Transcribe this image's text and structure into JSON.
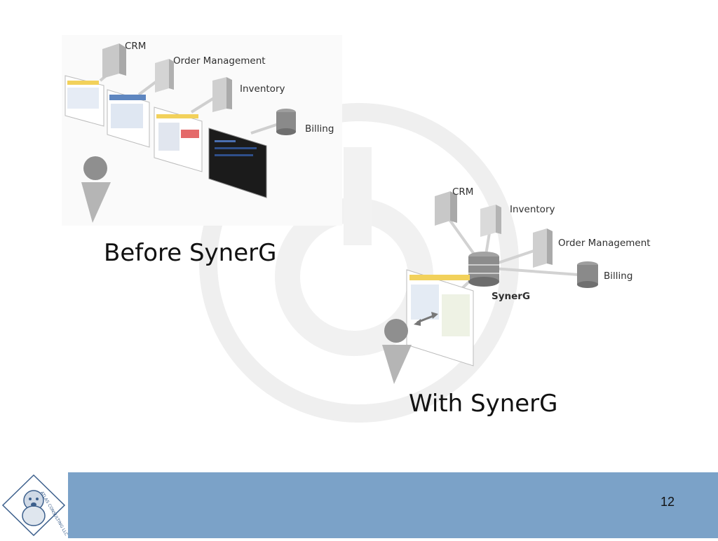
{
  "slide": {
    "before_caption": "Before SynerG",
    "after_caption": "With SynerG",
    "page_number": "12"
  },
  "before_diagram": {
    "labels": [
      "CRM",
      "Order Management",
      "Inventory",
      "Billing"
    ]
  },
  "after_diagram": {
    "labels": [
      "CRM",
      "Inventory",
      "Order Management",
      "Billing",
      "SynerG"
    ]
  },
  "logo": {
    "arc_text": "ATLAS CONSULTING LLC"
  },
  "colors": {
    "footer_bar": "#7ba2c8",
    "watermark": "#eeeeee"
  }
}
